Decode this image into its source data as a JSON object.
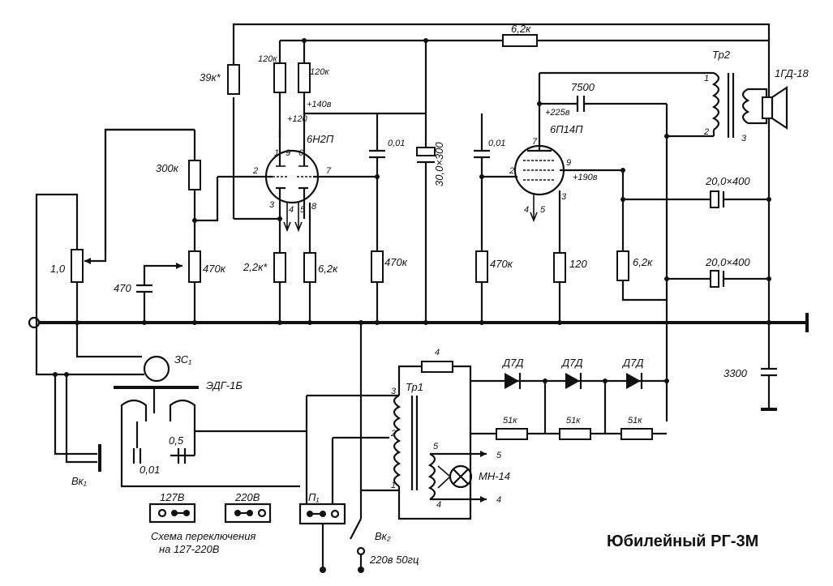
{
  "title": "Юбилейный РГ-3М",
  "components": {
    "r_6k2_top": "6,2к",
    "tr2": "Тр2",
    "speaker": "1ГД-18",
    "r_120k_a": "120к",
    "r_120k_b": "120к",
    "r_39k": "39к*",
    "v_120": "+120",
    "v_140": "+140в",
    "tube1": "6Н2П",
    "c_7500": "7500",
    "v_225": "+225в",
    "tube2": "6П14П",
    "r_300k": "300к",
    "c_001_a": "0,01",
    "c_30": "30,0×300",
    "c_001_b": "0,01",
    "v_190": "+190в",
    "c_20_a": "20,0×400",
    "c_20_b": "20,0×400",
    "pot_1m": "1,0",
    "pot_470k": "470к",
    "c_470": "470",
    "r_2k2": "2,2к*",
    "r_6k2_b": "6,2к",
    "r_470k_a": "470к",
    "r_470k_b": "470к",
    "r_120": "120",
    "r_6k2_c": "6,2к",
    "c_3300": "3300",
    "zs1": "ЗС₁",
    "edg": "ЭДГ-1Б",
    "r_4": "4",
    "tr1": "Тр1",
    "d1": "Д7Д",
    "d2": "Д7Д",
    "d3": "Д7Д",
    "r_51k_a": "51к",
    "r_51k_b": "51к",
    "r_51k_c": "51к",
    "c_05": "0,5",
    "c_001_c": "0,01",
    "lamp": "МН-14",
    "bk1": "Вк₁",
    "bk2": "Вк₂",
    "p1": "П₁",
    "mode_127": "127В",
    "mode_220": "220В",
    "scheme_note_1": "Схема переключения",
    "scheme_note_2": "на 127-220В",
    "mains": "220в 50гц"
  },
  "pins": {
    "t1_p1": "1",
    "t1_p9": "9",
    "t1_p6": "6",
    "t1_p2": "2",
    "t1_p7": "7",
    "t1_p3": "3",
    "t1_p4": "4",
    "t1_p5": "5",
    "t1_p8": "8",
    "t2_p7": "7",
    "t2_p2": "2",
    "t2_p9": "9",
    "t2_p3": "3",
    "t2_p4": "4",
    "t2_p5": "5",
    "tr2_1": "1",
    "tr2_2": "2",
    "tr2_3": "3",
    "tr1_1": "1",
    "tr1_2": "2",
    "tr1_3": "3",
    "tr1_4": "4",
    "tr1_5": "5",
    "out5": "5",
    "out4": "4"
  }
}
